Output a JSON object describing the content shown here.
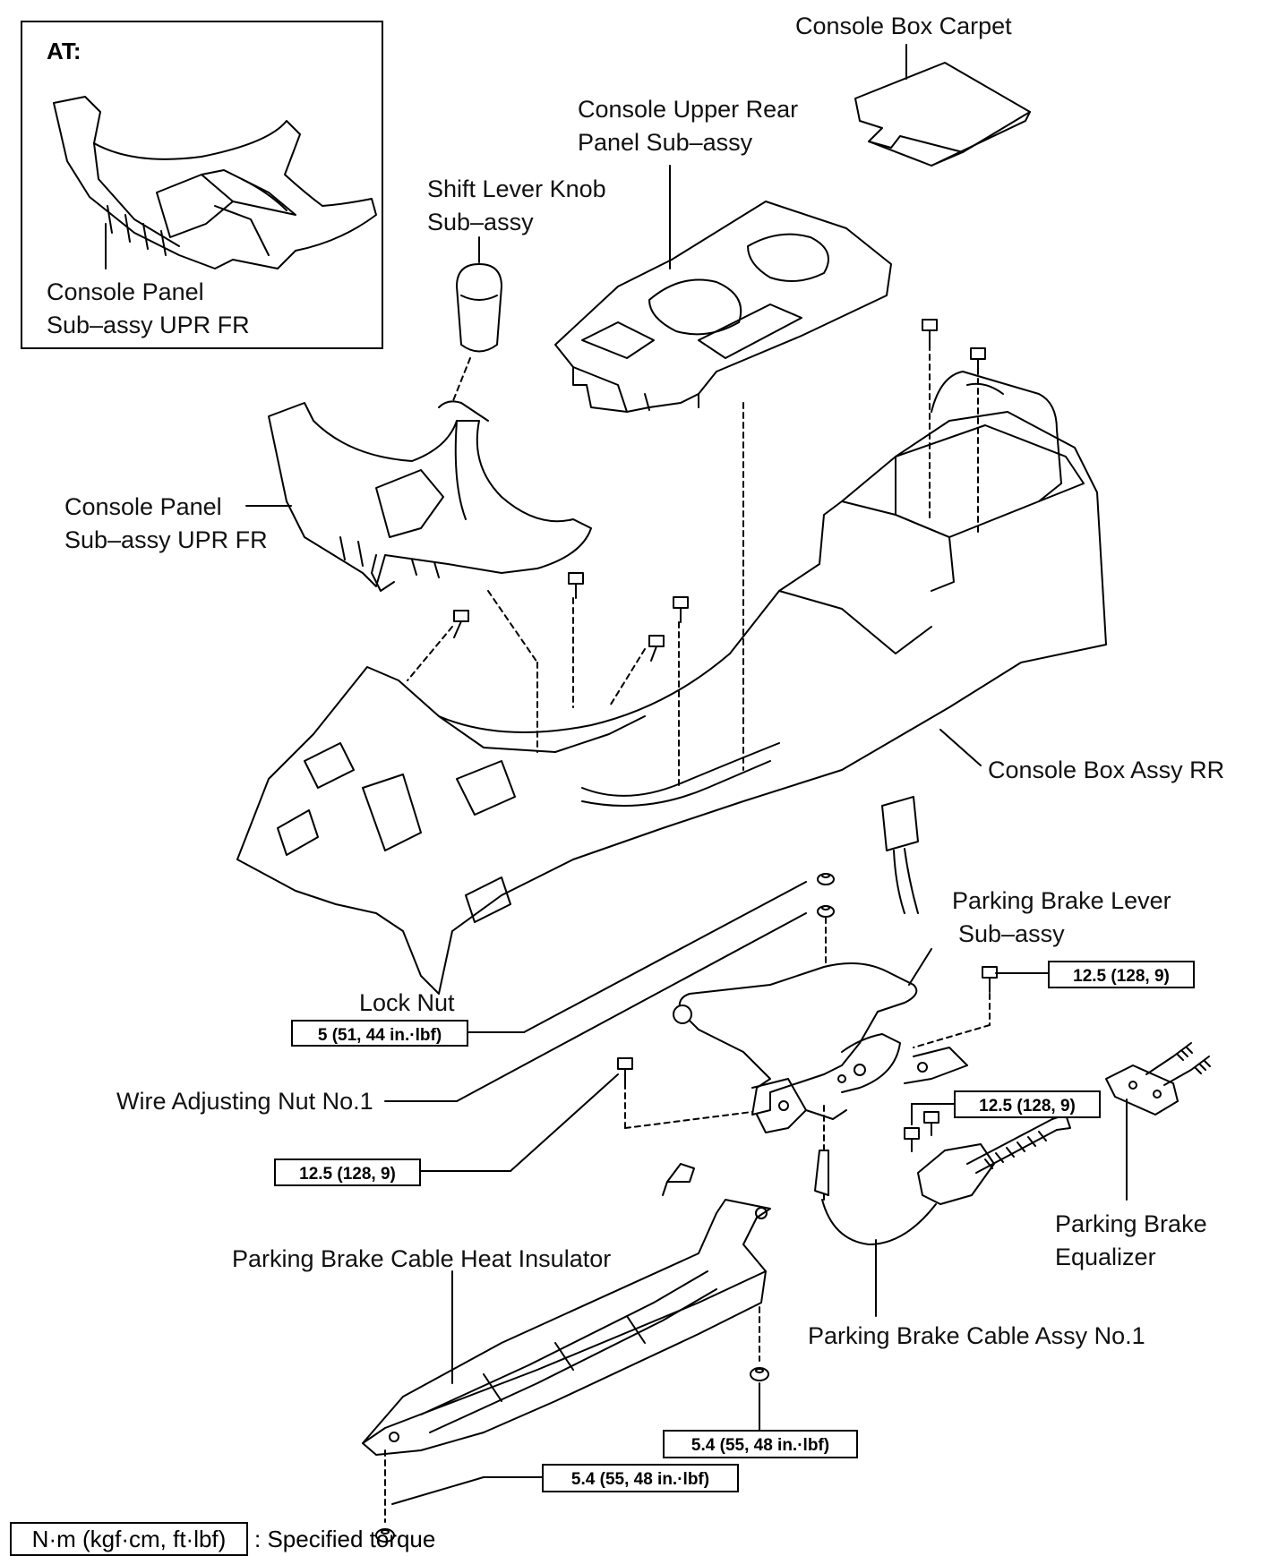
{
  "inset": {
    "title": "AT:",
    "label_line1": "Console Panel",
    "label_line2": "Sub–assy UPR FR"
  },
  "labels": {
    "console_box_carpet": "Console Box Carpet",
    "console_upper_rear_line1": "Console Upper Rear",
    "console_upper_rear_line2": "Panel Sub–assy",
    "shift_knob_line1": "Shift Lever Knob",
    "shift_knob_line2": "Sub–assy",
    "console_panel_line1": "Console Panel",
    "console_panel_line2": "Sub–assy UPR FR",
    "console_box_assy_rr": "Console Box Assy RR",
    "parking_brake_lever_line1": "Parking Brake Lever",
    "parking_brake_lever_line2": "Sub–assy",
    "lock_nut": "Lock Nut",
    "wire_adjusting_nut": "Wire Adjusting Nut No.1",
    "parking_brake_equalizer_line1": "Parking Brake",
    "parking_brake_equalizer_line2": "Equalizer",
    "heat_insulator": "Parking Brake Cable Heat Insulator",
    "cable_assy": "Parking Brake Cable Assy No.1"
  },
  "torques": {
    "lever_bolt_right": "12.5 (128, 9)",
    "lock_nut": "5 (51, 44 in.·lbf)",
    "cable_bolts": "12.5 (128, 9)",
    "lever_bolt_left": "12.5 (128, 9)",
    "insulator_nut_right": "5.4 (55, 48 in.·lbf)",
    "insulator_nut_bottom": "5.4 (55, 48 in.·lbf)"
  },
  "legend": {
    "box_text": "N·m (kgf·cm, ft·lbf)",
    "description": ": Specified torque"
  }
}
